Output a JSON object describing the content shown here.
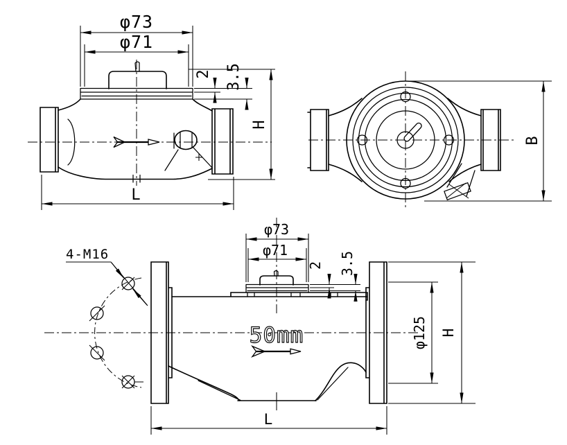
{
  "drawing": {
    "colors": {
      "line": "#000000",
      "background": "#ffffff"
    },
    "views": {
      "threaded_side_view": {
        "dim_phi73": "φ73",
        "dim_phi71": "φ71",
        "dim_2": "2",
        "dim_3_5": "3.5",
        "dim_h": "H",
        "dim_l": "L"
      },
      "top_view": {
        "dim_b": "B"
      },
      "flanged_side_view": {
        "bolt_callout": "4-M16",
        "dim_phi73": "φ73",
        "dim_phi71": "φ71",
        "dim_2": "2",
        "dim_3_5": "3.5",
        "size_label": "50mm",
        "dim_phi125": "φ125",
        "dim_h": "H",
        "dim_l": "L"
      }
    }
  }
}
